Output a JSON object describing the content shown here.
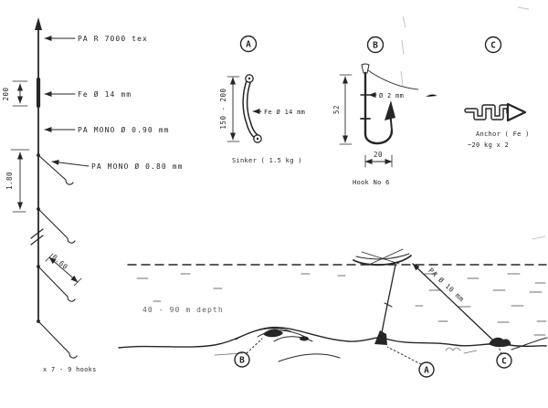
{
  "colors": {
    "ink": "#262626",
    "paper": "#ffffff",
    "muted": "#5f5f5f"
  },
  "badges": {
    "a": "A",
    "b": "B",
    "c": "C"
  },
  "mainline_detail": {
    "line_label": "PA R 7000 tex",
    "fe_label": "Fe Ø 14 mm",
    "mono_090_label": "PA MONO Ø 0.90 mm",
    "mono_080_label": "PA MONO Ø 0.80 mm",
    "fe_length_dim": "200",
    "spacing_dim": "1.80",
    "snood_dim": "0.60",
    "hooks_note": "x 7 - 9 hooks"
  },
  "sinker_detail": {
    "length_dim": "150 - 200",
    "material_label": "Fe Ø 14 mm",
    "caption": "Sinker ( 1.5 kg )"
  },
  "hook_detail": {
    "length_dim": "52",
    "width_dim": "20",
    "wire_label": "Ø 2 mm",
    "caption": "Hook No 6"
  },
  "anchor_detail": {
    "caption": "Anchor ( Fe )",
    "weight": "~20 kg x 2"
  },
  "scene": {
    "depth_label": "40 - 90 m depth",
    "buoyline_label": "PA Ø 10 mm"
  }
}
